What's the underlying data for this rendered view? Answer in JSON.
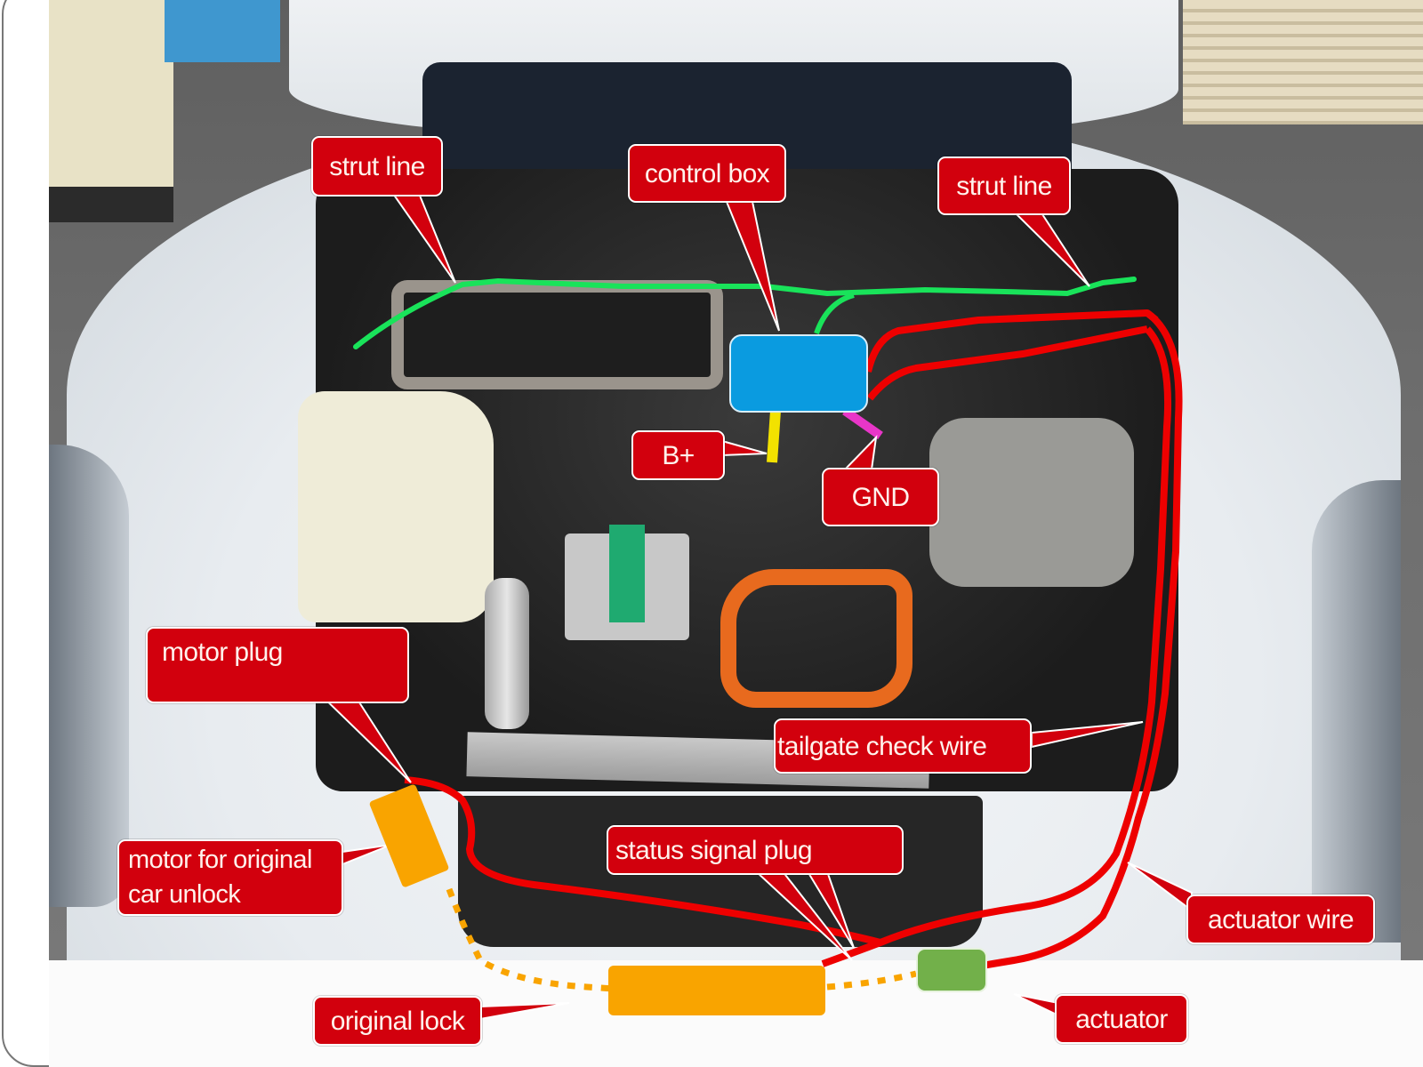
{
  "figure": {
    "type": "annotated-photo",
    "subject": "front trunk / engine bay with power frunk kit wiring"
  },
  "colors": {
    "callout_bg": "#d2000d",
    "callout_text": "#fff2ec",
    "callout_border": "#ffffff",
    "strut_line": "#19e35a",
    "wire_red": "#ee0000",
    "control_box": "#0a9be0",
    "b_plus_wire": "#f2e200",
    "gnd_wire": "#e836c8",
    "motor_and_lock": "#f9a400",
    "actuator": "#72b04a",
    "dotted_link": "#f9a400"
  },
  "labels": {
    "strut_line_left": "strut line",
    "control_box": "control box",
    "strut_line_right": "strut line",
    "b_plus": "B+",
    "gnd": "GND",
    "motor_plug": "motor plug",
    "tailgate_check_wire": "tailgate check wire",
    "motor_unlock_line1": "motor for original",
    "motor_unlock_line2": "car unlock",
    "status_signal_plug": "status signal plug",
    "actuator_wire": "actuator wire",
    "original_lock": "original lock",
    "actuator": "actuator"
  },
  "components": [
    {
      "name": "control box",
      "color": "blue",
      "shape": "rounded-rect"
    },
    {
      "name": "motor for original car unlock",
      "color": "orange",
      "shape": "rotated-rect"
    },
    {
      "name": "original lock",
      "color": "orange",
      "shape": "rect"
    },
    {
      "name": "actuator",
      "color": "green",
      "shape": "rounded-rect"
    }
  ]
}
